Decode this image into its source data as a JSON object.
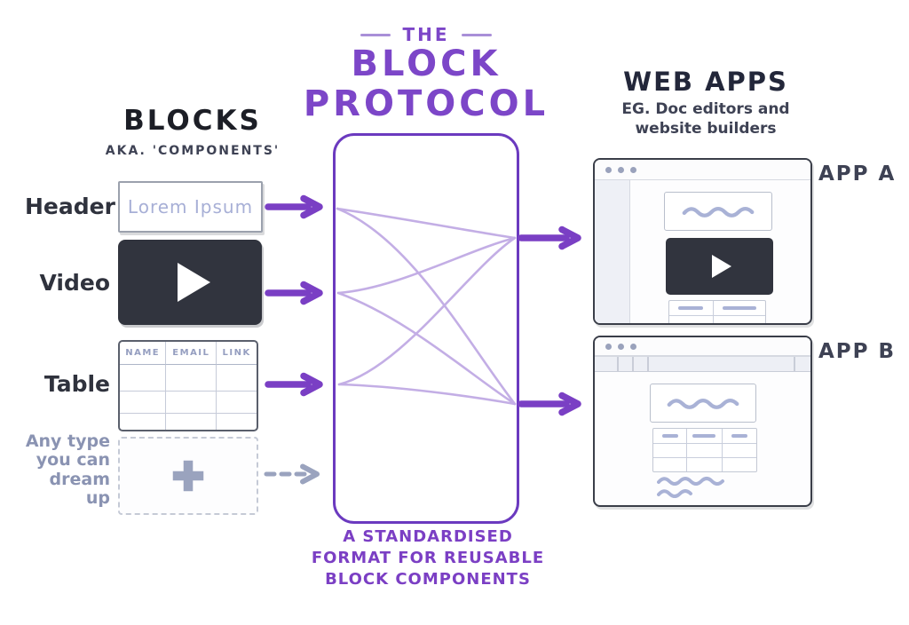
{
  "palette": {
    "purple": "#7A3FC4",
    "purple_dark": "#6B3ABF",
    "purple_light": "#C3AEE5",
    "ink": "#1C1E26",
    "slate": "#3E4254",
    "muted_blue": "#8A93B2",
    "lavender_text": "#A7AFD6",
    "video_bg": "#31343E",
    "dashed_gray": "#9AA3BE"
  },
  "left": {
    "title": "BLOCKS",
    "subtitle": "AKA. 'COMPONENTS'",
    "header_block": {
      "label": "Header",
      "text": "Lorem Ipsum"
    },
    "video_block": {
      "label": "Video"
    },
    "table_block": {
      "label": "Table",
      "columns": [
        "NAME",
        "EMAIL",
        "LINK"
      ]
    },
    "any_block": {
      "label": "Any type you can dream up"
    }
  },
  "center": {
    "kicker": "THE",
    "title_lines": [
      "BLOCK",
      "PROTOCOL"
    ],
    "caption_lines": [
      "A STANDARDISED",
      "FORMAT FOR REUSABLE",
      "BLOCK COMPONENTS"
    ]
  },
  "right": {
    "title": "WEB APPS",
    "subtitle_lines": [
      "EG. Doc editors and",
      "website builders"
    ],
    "apps": [
      {
        "label": "APP A"
      },
      {
        "label": "APP B"
      }
    ]
  }
}
